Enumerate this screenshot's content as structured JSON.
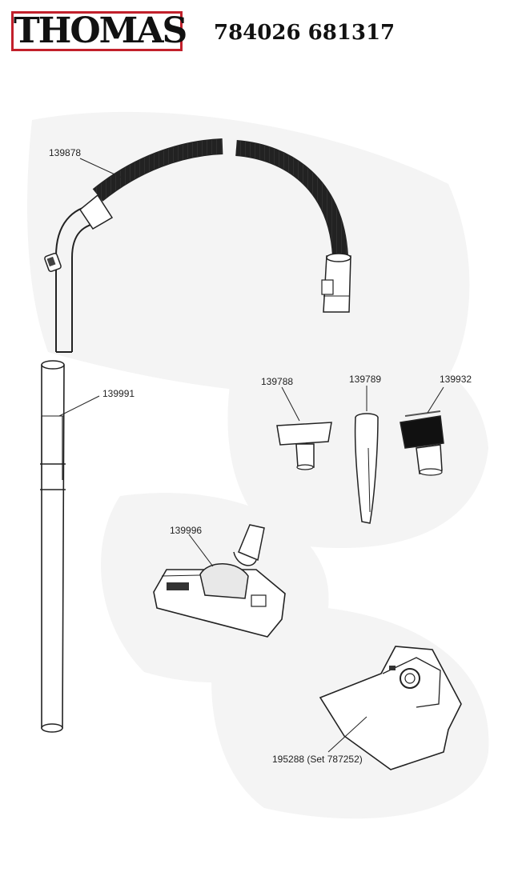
{
  "brand": {
    "logo_text": "THOMAS",
    "logo_border_color": "#c2202b"
  },
  "header": {
    "part_number": "784026 681317"
  },
  "callouts": {
    "hose": "139878",
    "tube": "139991",
    "upholstery_nozzle": "139788",
    "crevice_nozzle": "139789",
    "dusting_brush": "139932",
    "floor_nozzle": "139996",
    "dust_bag": "195288 (Set 787252)"
  }
}
